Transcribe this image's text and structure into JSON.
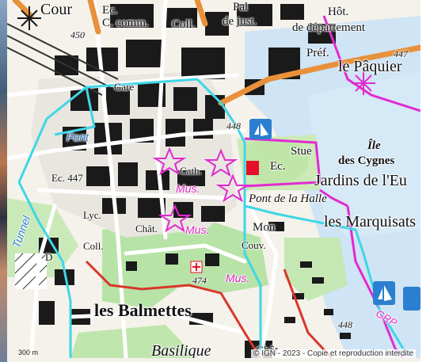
{
  "map": {
    "labels": {
      "cour": "Cour",
      "ec_comm": "Ec.",
      "c_comm": "C. comm.",
      "pal_just": "Pal",
      "de_just": "de just.",
      "hotel": "Hôt.",
      "departement": "de département",
      "coll1": "Coll.",
      "elev_450": "450",
      "elev_447a": "447",
      "pref": "Préf.",
      "le_paquier": "le Pâquier",
      "gare": "Gare",
      "font": "Font",
      "elev_448": "448",
      "ile": "Île",
      "des_cygnes": "des Cygnes",
      "stue": "Stue",
      "ec2": "Ec.",
      "jardins": "Jardins de l'Eu",
      "ec_447": "Ec. 447",
      "cath": "Cath.",
      "mus1": "Mus.",
      "pont_halle": "Pont de la Halle",
      "les_marquisats": "les Marquisats",
      "lyc": "Lyc.",
      "chat": "Chât.",
      "mus2": "Mus.",
      "mon": "Mon",
      "couv": "Couv.",
      "coll2": "Coll.",
      "elev_474": "474",
      "mus3": "Mus.",
      "tunnel": "Tunnel",
      "les_balmettes": "les Balmettes",
      "elev_448b": "448",
      "grp": "GRP",
      "basilique": "Basilique",
      "chat_bottom": "Chât",
      "d": "D"
    },
    "scale_text": "300 m",
    "attribution": "© IGN - 2023 - Copie et reproduction interdite",
    "colors": {
      "lake": "#cfe4f5",
      "forest": "#b7e3a7",
      "road_orange": "#e8913a",
      "route_cyan": "#3fd6e6",
      "boundary_magenta": "#e02bd1",
      "building": "#1a1a1a",
      "road_white": "#ffffff"
    }
  }
}
